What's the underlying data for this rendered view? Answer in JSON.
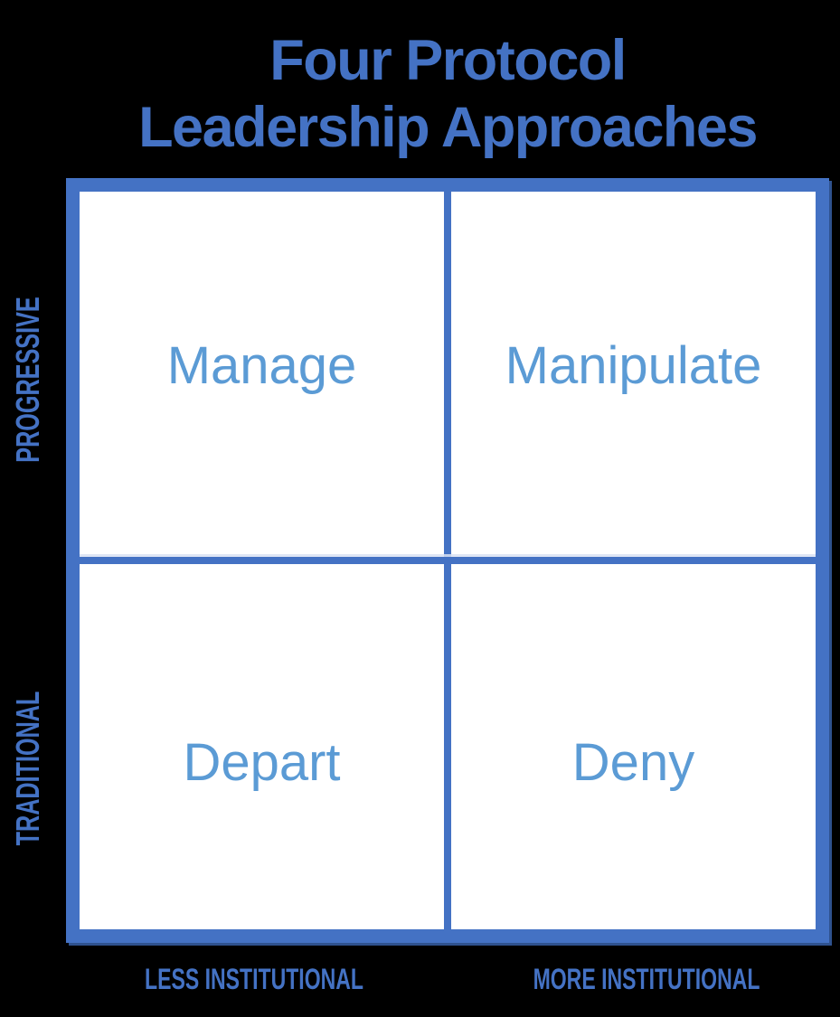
{
  "title": {
    "line1": "Four Protocol",
    "line2": "Leadership Approaches"
  },
  "matrix": {
    "quadrants": [
      {
        "position": "top-left",
        "label": "Manage"
      },
      {
        "position": "top-right",
        "label": "Manipulate"
      },
      {
        "position": "bottom-left",
        "label": "Depart"
      },
      {
        "position": "bottom-right",
        "label": "Deny"
      }
    ],
    "y_axis": {
      "top_label": "PROGRESSIVE",
      "bottom_label": "TRADITIONAL"
    },
    "x_axis": {
      "left_label": "LESS INSTITUTIONAL",
      "right_label": "MORE INSTITUTIONAL"
    }
  },
  "colors": {
    "background": "#000000",
    "frame_blue": "#4472C4",
    "frame_shadow": "#2F528F",
    "divider_highlight": "#D9E2F3",
    "cell_background": "#FFFFFF",
    "quadrant_text": "#5B9BD5",
    "label_text": "#4472C4"
  }
}
